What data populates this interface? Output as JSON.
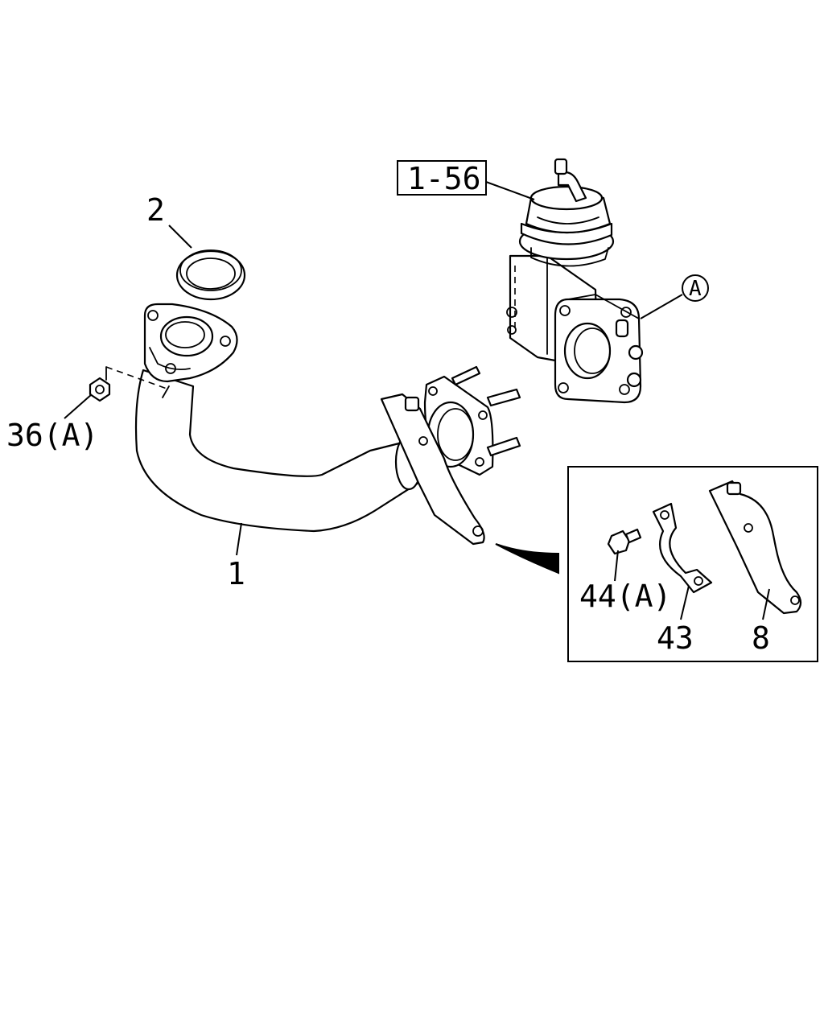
{
  "labels": {
    "exhaust_pipe": "1",
    "gasket": "2",
    "nut": "36(A)",
    "exhaust_brake_ref": "1-56",
    "ref_a": "A",
    "bolt": "44(A)",
    "clamp": "43",
    "bracket": "8"
  },
  "colors": {
    "line": "#000000",
    "background": "#ffffff"
  }
}
